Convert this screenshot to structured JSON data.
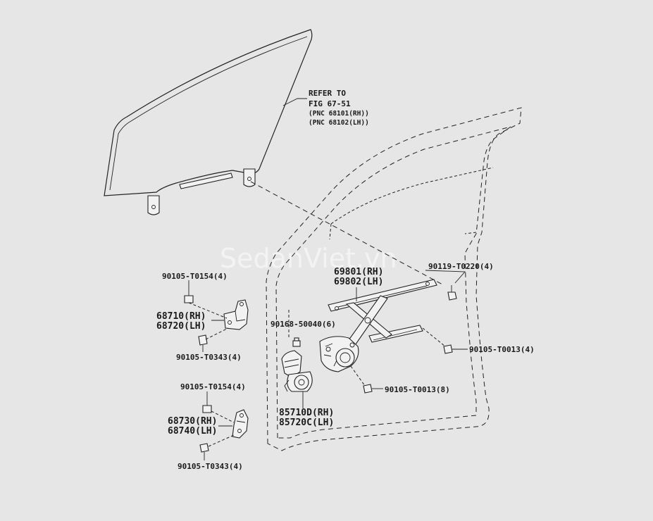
{
  "diagram": {
    "background": "#e6e6e6",
    "line_color": "#222222",
    "watermark": "SedanViet.vn",
    "refer_note": {
      "line1": "REFER TO",
      "line2": "FIG 67-51",
      "line3": "(PNC 68101(RH))",
      "line4": "(PNC 68102(LH))"
    },
    "labels": {
      "regulator_rh": "69801(RH)",
      "regulator_lh": "69802(LH)",
      "bolt_90119": "90119-T0220(4)",
      "bolt_90168": "90168-50040(6)",
      "bolt_t0013_a": "90105-T0013(4)",
      "bolt_t0013_b": "90105-T0013(8)",
      "motor_rh": "85710D(RH)",
      "motor_lh": "85720C(LH)",
      "upper_hinge_bolt_top": "90105-T0154(4)",
      "upper_hinge_rh": "68710(RH)",
      "upper_hinge_lh": "68720(LH)",
      "upper_hinge_bolt_bottom": "90105-T0343(4)",
      "lower_hinge_bolt_top": "90105-T0154(4)",
      "lower_hinge_rh": "68730(RH)",
      "lower_hinge_lh": "68740(LH)",
      "lower_hinge_bolt_bottom": "90105-T0343(4)"
    }
  }
}
